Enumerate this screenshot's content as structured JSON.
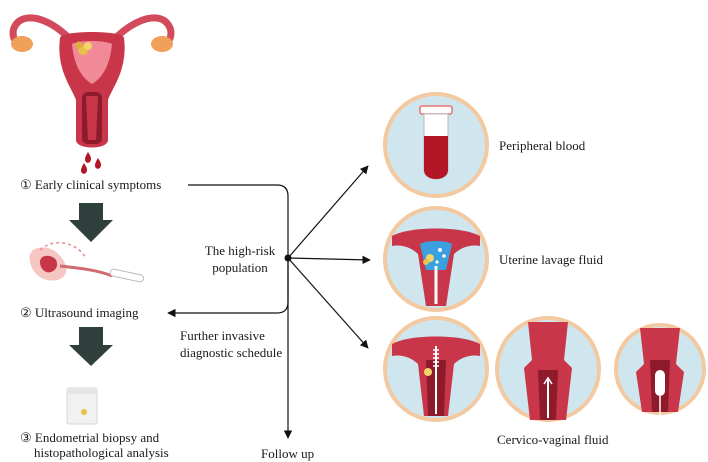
{
  "steps": {
    "step1": "① Early clinical symptoms",
    "step2": "② Ultrasound imaging",
    "step3_line1": "③ Endometrial biopsy and",
    "step3_line2": "histopathological analysis"
  },
  "center": {
    "line1": "The high-risk",
    "line2": "population"
  },
  "further": {
    "line1": "Further invasive",
    "line2": "diagnostic schedule"
  },
  "follow_up": "Follow up",
  "samples": {
    "blood": "Peripheral blood",
    "lavage": "Uterine lavage fluid",
    "cervico": "Cervico-vaginal fluid"
  },
  "colors": {
    "arrow_dark": "#2e3f3c",
    "circle_border": "#f2c9a0",
    "circle_fill": "#cfe6ee",
    "tissue": "#c9364a",
    "tissue_dark": "#8e1b2b",
    "blood": "#b21627"
  }
}
